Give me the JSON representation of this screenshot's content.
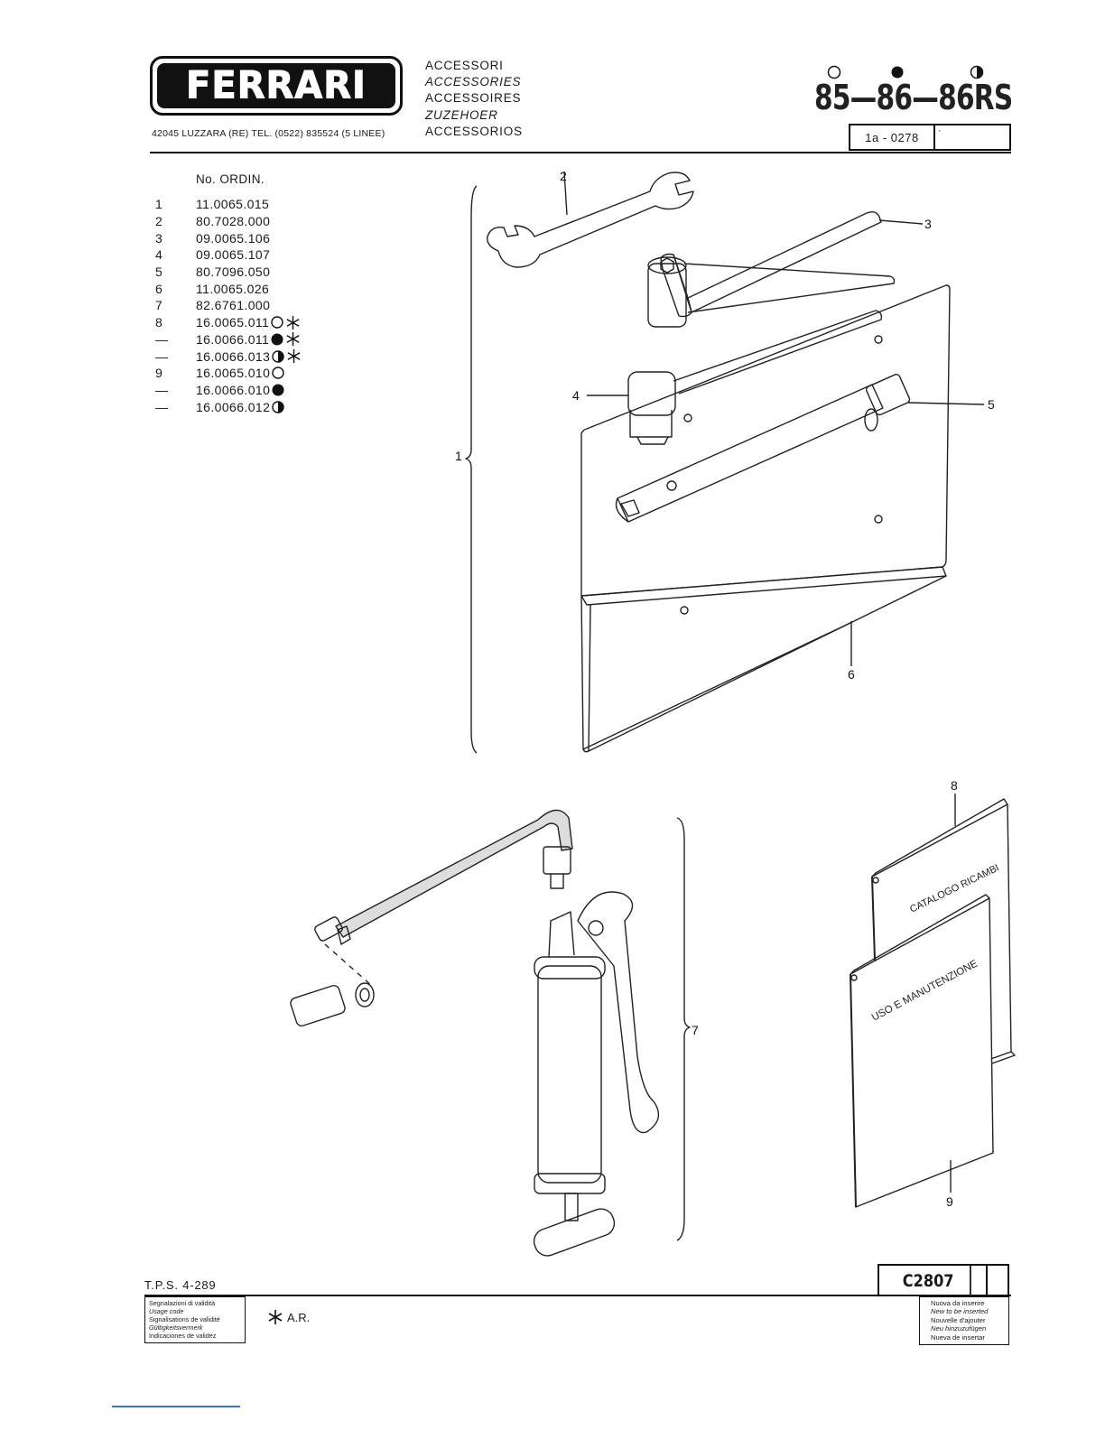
{
  "header": {
    "logo_text": "FERRARI",
    "address": "42045 LUZZARA (RE)   TEL. (0522) 835524 (5 LINEE)",
    "sections": [
      "ACCESSORI",
      "ACCESSORIES",
      "ACCESSOIRES",
      "ZUZEHOER",
      "ACCESSORIOS"
    ],
    "models": "85—86—86RS",
    "reference": "1a - 0278",
    "reference_extra": "·"
  },
  "parts_list": {
    "header": "No. ORDIN.",
    "rows": [
      {
        "num": "1",
        "code": "11.0065.015",
        "symbols": []
      },
      {
        "num": "2",
        "code": "80.7028.000",
        "symbols": []
      },
      {
        "num": "3",
        "code": "09.0065.106",
        "symbols": []
      },
      {
        "num": "4",
        "code": "09.0065.107",
        "symbols": []
      },
      {
        "num": "5",
        "code": "80.7096.050",
        "symbols": []
      },
      {
        "num": "6",
        "code": "11.0065.026",
        "symbols": []
      },
      {
        "num": "7",
        "code": "82.6761.000",
        "symbols": []
      },
      {
        "num": "8",
        "code": "16.0065.011",
        "symbols": [
          "circle-open",
          "asterisk"
        ]
      },
      {
        "num": "—",
        "code": "16.0066.011",
        "symbols": [
          "circle-filled",
          "asterisk"
        ]
      },
      {
        "num": "—",
        "code": "16.0066.013",
        "symbols": [
          "circle-half",
          "asterisk"
        ]
      },
      {
        "num": "9",
        "code": "16.0065.010",
        "symbols": [
          "circle-open"
        ]
      },
      {
        "num": "—",
        "code": "16.0066.010",
        "symbols": [
          "circle-filled"
        ]
      },
      {
        "num": "—",
        "code": "16.0066.012",
        "symbols": [
          "circle-half"
        ]
      }
    ]
  },
  "diagram_labels": {
    "tool_kit": "1",
    "wrench": "2",
    "screwdriver": "3",
    "socket_wrench": "4",
    "box_spanner": "5",
    "tool_pouch": "6",
    "grease_gun": "7",
    "parts_catalog": "8",
    "owner_manual": "9"
  },
  "book_titles": {
    "catalog": "CATALOGO RICAMBI",
    "manual": "USO E MANUTENZIONE"
  },
  "footer": {
    "tps": "T.P.S. 4-289",
    "code": "C2807",
    "validity_lines": [
      "Segnalazioni di validità",
      "Usage code",
      "Signalisations de validité",
      "Gültigkeitsvermerk",
      "Indicaciones de validez"
    ],
    "ar_note": "A.R.",
    "insert_lines": [
      "Nuova da inserire",
      "New to be inserted",
      "Nouvelle d'ajouter",
      "Neu hinzuzufügen",
      "Nueva de insertar"
    ]
  }
}
